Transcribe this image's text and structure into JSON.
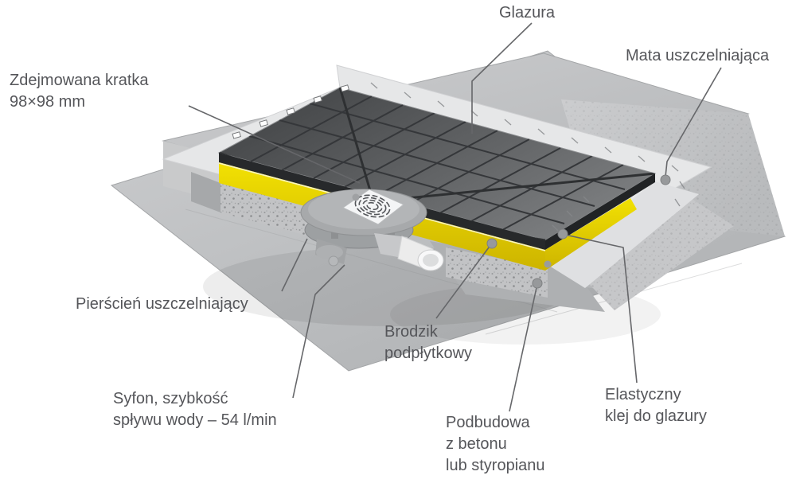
{
  "labels": {
    "glazura": {
      "lines": [
        "Glazura"
      ]
    },
    "mata": {
      "lines": [
        "Mata uszczelniająca"
      ]
    },
    "kratka": {
      "lines": [
        "Zdejmowana kratka",
        "98×98 mm"
      ]
    },
    "pierscien": {
      "lines": [
        "Pierścień uszczelniający"
      ]
    },
    "syfon": {
      "lines": [
        "Syfon, szybkość",
        "spływu wody – 54 l/min"
      ]
    },
    "brodzik": {
      "lines": [
        "Brodzik",
        "podpłytkowy"
      ]
    },
    "podbudowa": {
      "lines": [
        "Podbudowa",
        "z betonu",
        "lub styropianu"
      ]
    },
    "elastyczny": {
      "lines": [
        "Elastyczny",
        "klej do glazury"
      ]
    }
  },
  "colors": {
    "label_text": "#55565a",
    "leader_line": "#66676a",
    "tile_dark": "#4b4d4f",
    "tile_light": "#7d7f81",
    "adhesive_black": "#27292b",
    "tray_yellow": "#e9d400",
    "sealing_mat": "#e6e7e8",
    "concrete": "#c3c4c6",
    "floor_slab": "#bfc1c3",
    "grate_white": "#f2f3f4",
    "siphon_gray": "#a7a9ab"
  }
}
